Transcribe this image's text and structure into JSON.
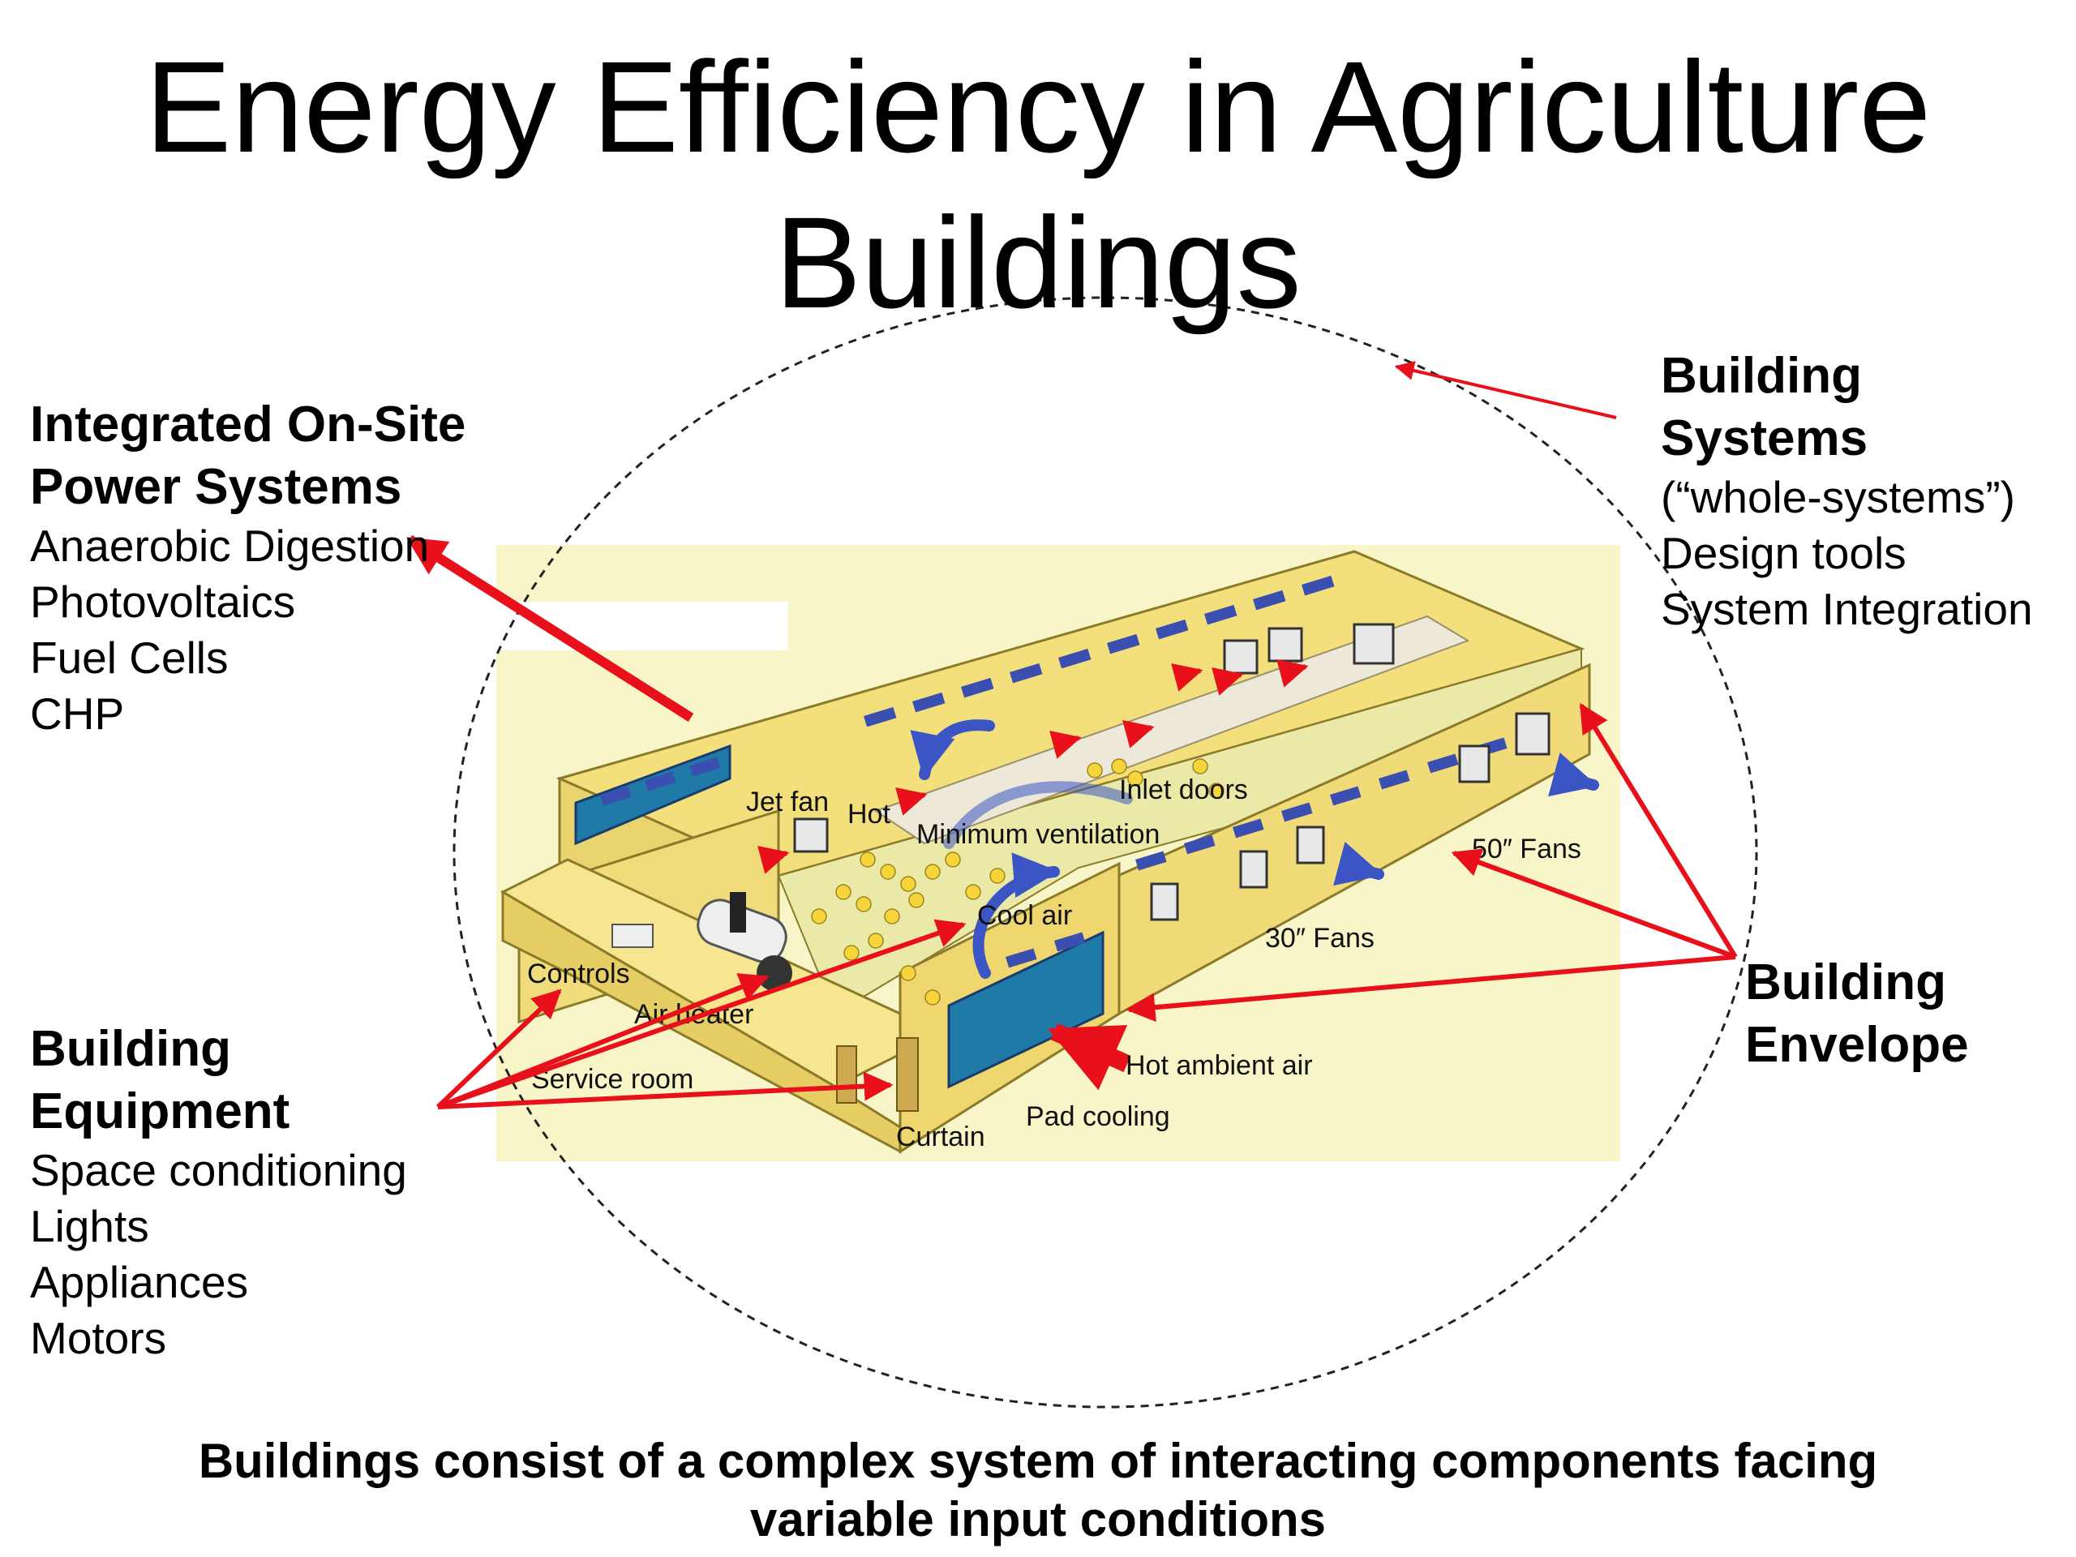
{
  "title": {
    "line1": "Energy Efficiency in Agriculture",
    "line2": "Buildings"
  },
  "power_systems": {
    "heading": "Integrated On-Site Power Systems",
    "items": [
      "Anaerobic Digestion",
      "Photovoltaics",
      "Fuel Cells",
      "CHP"
    ]
  },
  "building_equipment": {
    "heading": "Building Equipment",
    "items": [
      "Space conditioning",
      "Lights",
      "Appliances",
      "Motors"
    ]
  },
  "building_systems": {
    "heading": "Building Systems",
    "items": [
      "(“whole-systems”)",
      "Design tools",
      "System Integration"
    ]
  },
  "building_envelope": {
    "heading": "Building Envelope"
  },
  "illustration": {
    "labels": {
      "jet_fan": "Jet fan",
      "hot": "Hot",
      "inlet_doors": "Inlet doors",
      "minimum_ventilation": "Minimum ventilation",
      "fans_50": "50″ Fans",
      "fans_30": "30″ Fans",
      "cool_air": "Cool air",
      "controls": "Controls",
      "air_heater": "Air heater",
      "service_room": "Service room",
      "hot_ambient_air": "Hot ambient air",
      "pad_cooling": "Pad cooling",
      "curtain": "Curtain"
    }
  },
  "caption": {
    "line1": "Buildings consist of a complex system of interacting components facing",
    "line2": "variable input conditions"
  },
  "colors": {
    "arrow_red": "#e8101a",
    "building_yellow": "#f3e07c",
    "roof_yellow": "#f7e99a",
    "panel_blue": "#3a4fb0",
    "ground": "#f8f6c8"
  }
}
